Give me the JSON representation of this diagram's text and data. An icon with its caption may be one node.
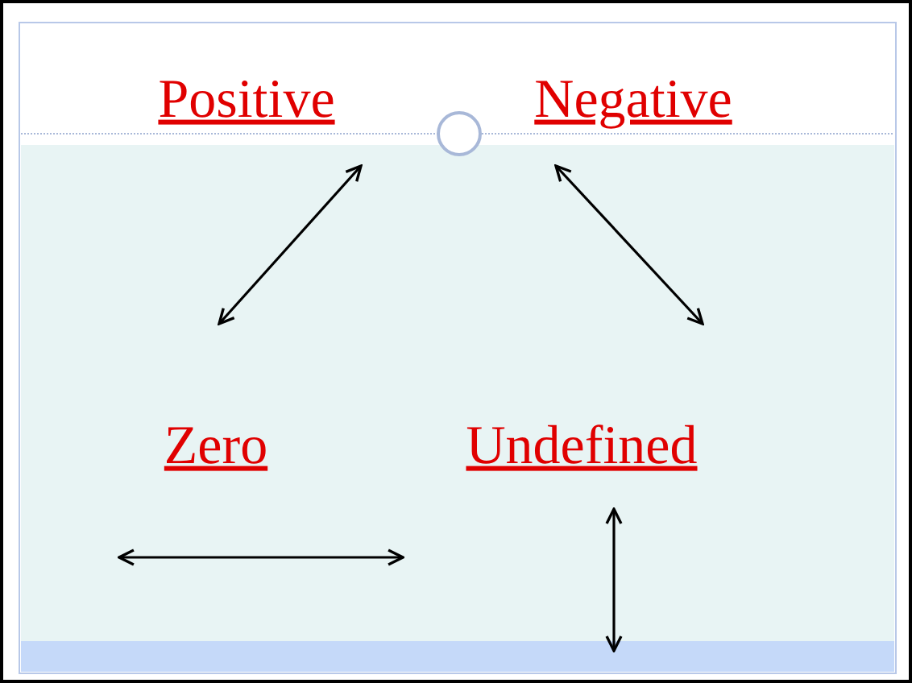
{
  "diagram": {
    "labels": [
      "Positive",
      "Negative",
      "Zero",
      "Undefined"
    ]
  }
}
